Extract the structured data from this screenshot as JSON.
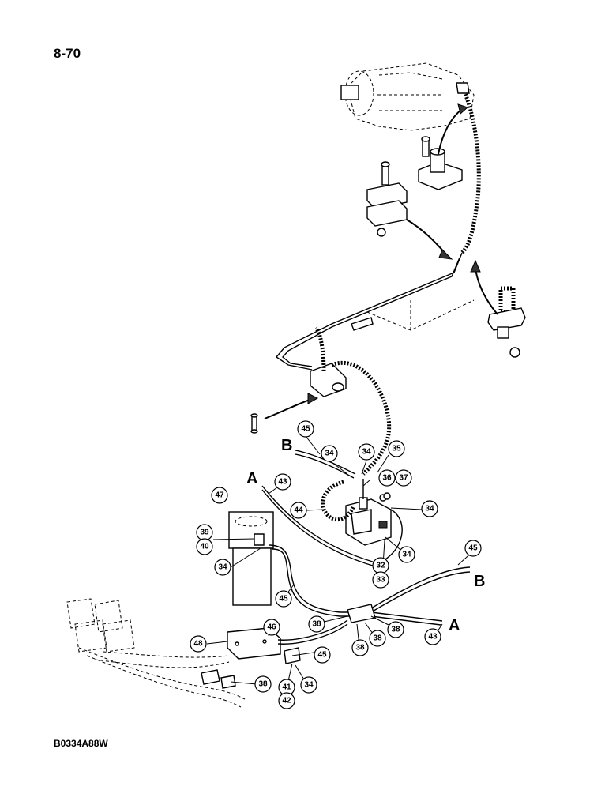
{
  "page_number": "8-70",
  "figure_code": "B0334A88W",
  "letters": {
    "A": "A",
    "B": "B"
  },
  "callouts": {
    "c45a": "45",
    "c34a": "34",
    "c34b": "34",
    "c35": "35",
    "c43a": "43",
    "c47": "47",
    "c36": "36",
    "c37": "37",
    "c44": "44",
    "c34c": "34",
    "c39": "39",
    "c40": "40",
    "c34d": "34",
    "c34e": "34",
    "c32": "32",
    "c33": "33",
    "c45b": "45",
    "c45c": "45",
    "c38a": "38",
    "c38b": "38",
    "c38c": "38",
    "c38d": "38",
    "c38e": "38",
    "c43b": "43",
    "c46": "46",
    "c48": "48",
    "c45d": "45",
    "c41": "41",
    "c42": "42",
    "c34f": "34"
  }
}
